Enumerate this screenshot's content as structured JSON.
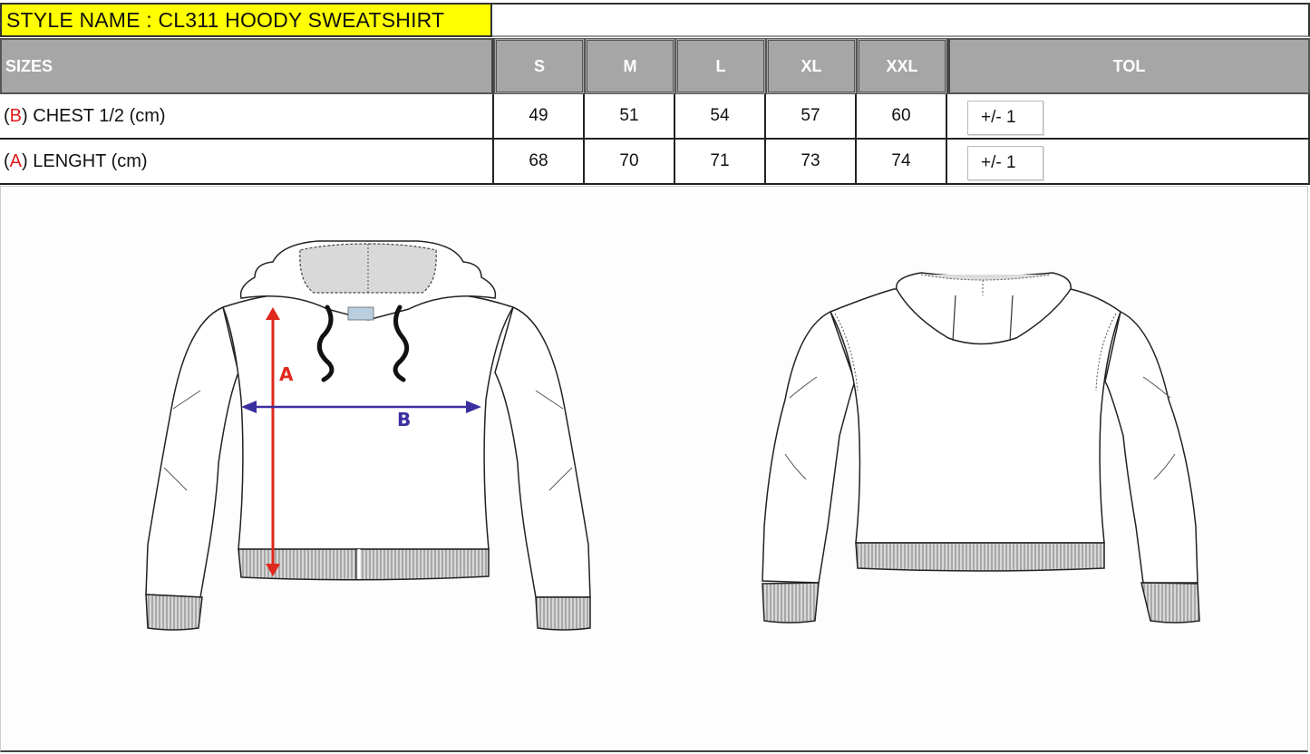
{
  "title": "STYLE NAME : CL311 HOODY  SWEATSHIRT",
  "header": {
    "sizes_label": "SIZES",
    "sizes": [
      "S",
      "M",
      "L",
      "XL",
      "XXL"
    ],
    "tol_label": "TOL"
  },
  "rows": [
    {
      "letter": "B",
      "label": " CHEST 1/2 (cm)",
      "values": [
        "49",
        "51",
        "54",
        "57",
        "60"
      ],
      "tol": "+/- 1"
    },
    {
      "letter": "A",
      "label": " LENGHT (cm)",
      "values": [
        "68",
        "70",
        "71",
        "73",
        "74"
      ],
      "tol": "+/- 1"
    }
  ],
  "sketches": {
    "front": {
      "dim_a": "A",
      "dim_b": "B"
    },
    "back": {}
  },
  "colors": {
    "title_bg": "#ffff00",
    "header_bg": "#a6a6a6",
    "dim_a": "#e0281c",
    "dim_b": "#3a2ea0"
  }
}
